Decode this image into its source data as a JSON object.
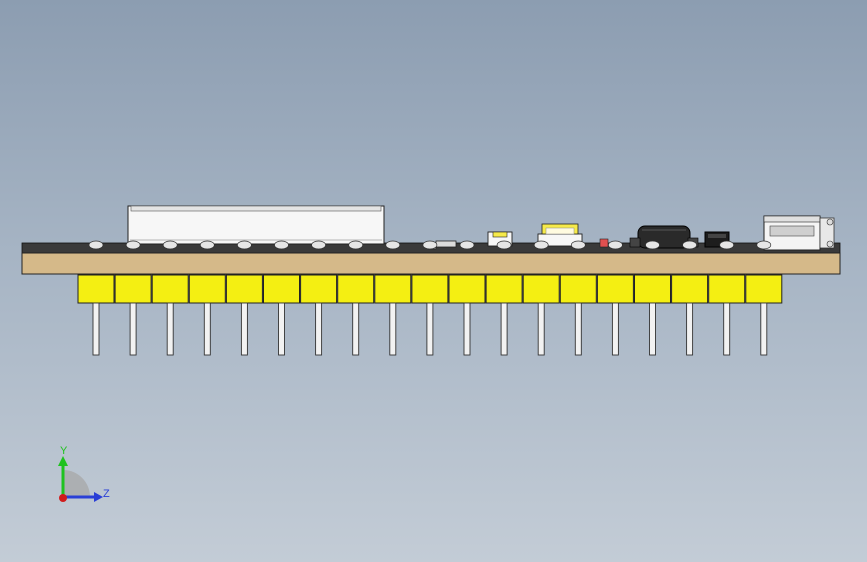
{
  "view": {
    "type": "3D CAD model viewport",
    "projection": "side view",
    "background_top": "#8c9db1",
    "background_bottom": "#c3ccd6"
  },
  "model": {
    "board_color": "#d5b989",
    "pin_header_color": "#f4ef12",
    "pin_color": "#f2f2f2",
    "pin_count": 19
  },
  "triad": {
    "y_label": "Y",
    "z_label": "Z",
    "y_color": "#1fc21f",
    "z_color": "#2a3fd6",
    "x_color": "#d01c1c"
  }
}
